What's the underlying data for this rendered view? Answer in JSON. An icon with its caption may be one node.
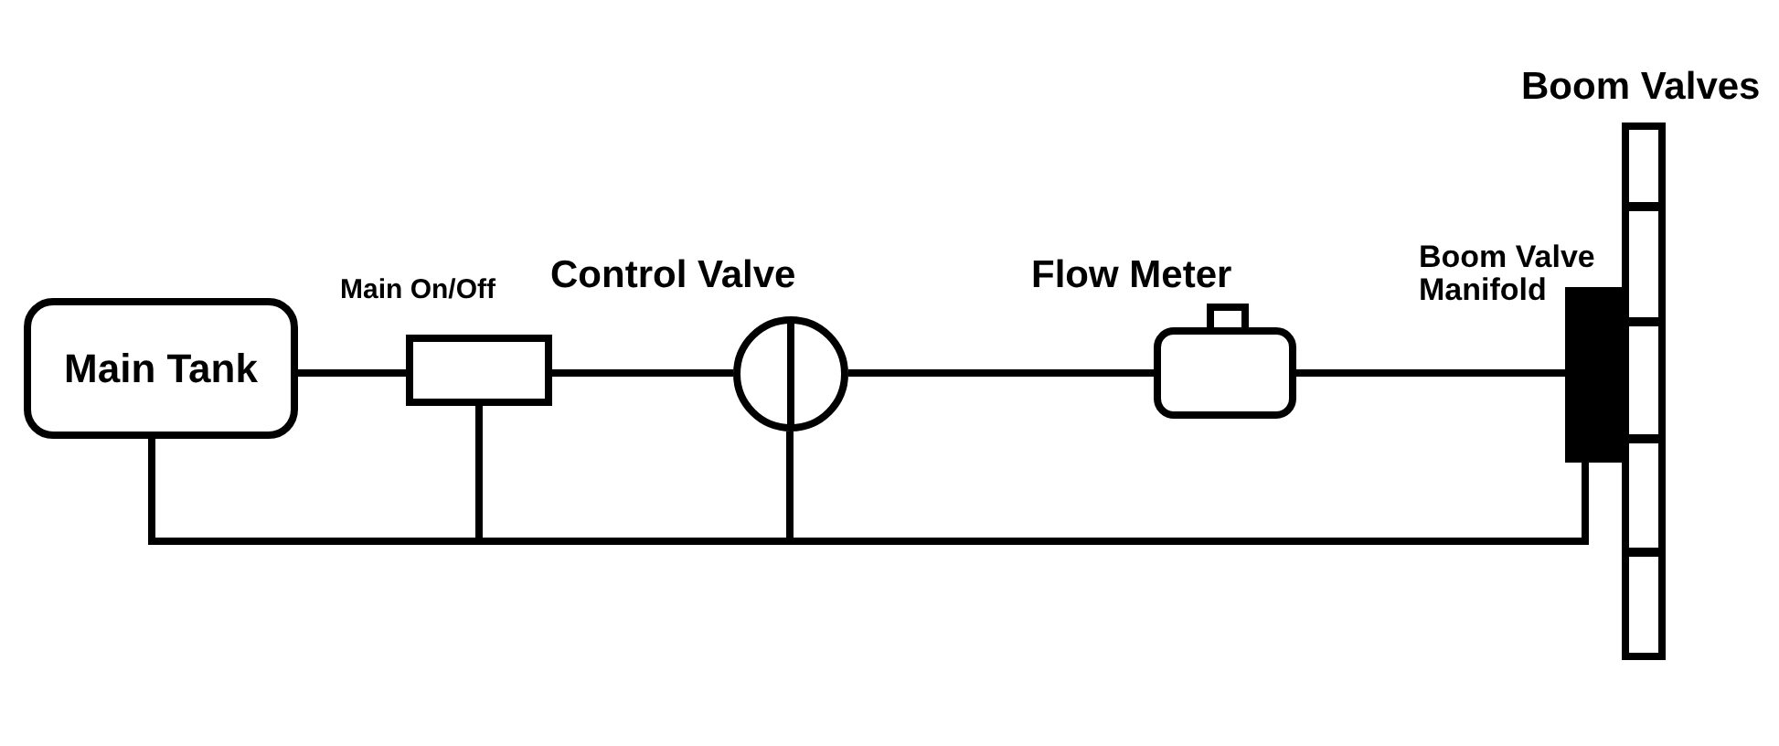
{
  "diagram": {
    "nodes": [
      {
        "text": [
          "Main Tank"
        ]
      },
      {
        "text": [
          "Main On/Off"
        ]
      },
      {
        "text": [
          "Control Valve"
        ]
      },
      {
        "text": [
          "Flow Meter"
        ]
      },
      {
        "text": [
          "Boom Valve Manifold"
        ]
      },
      {
        "text": [
          "Boom Valves"
        ]
      }
    ],
    "edges": [
      {
        "from": 0,
        "to": 1,
        "arrow": "none"
      },
      {
        "from": 1,
        "to": 2,
        "arrow": "none"
      },
      {
        "from": 2,
        "to": 3,
        "arrow": "none"
      },
      {
        "from": 3,
        "to": 4,
        "arrow": "none"
      },
      {
        "from": 1,
        "to": 0,
        "arrow": "none"
      },
      {
        "from": 2,
        "to": 0,
        "arrow": "none"
      },
      {
        "from": 4,
        "to": 0,
        "arrow": "none"
      }
    ]
  }
}
